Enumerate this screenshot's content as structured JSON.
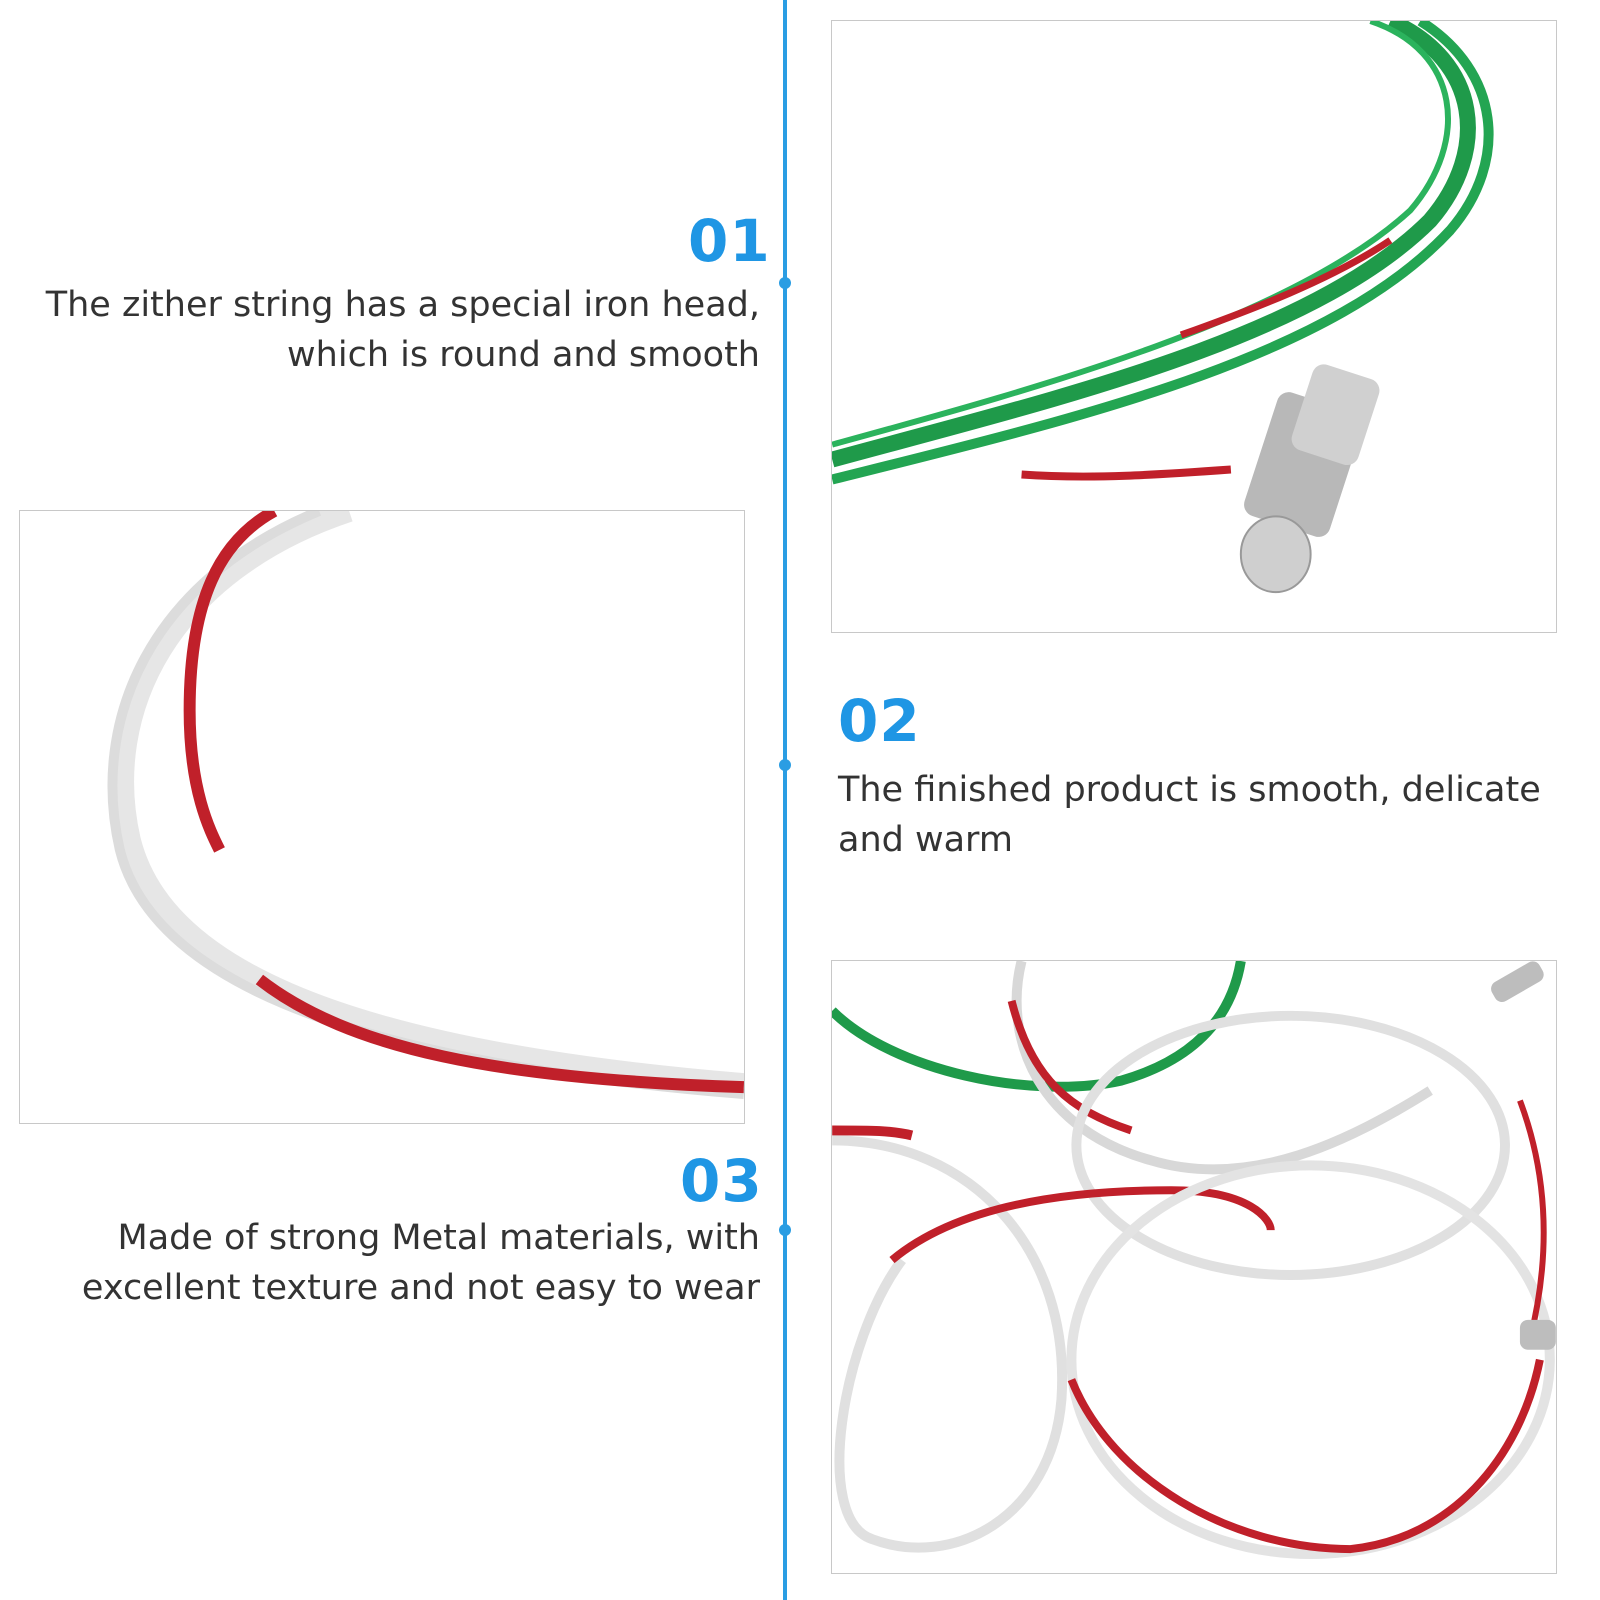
{
  "features": [
    {
      "number": "01",
      "line1": "The zither string has a special iron head,",
      "line2": "which is round and smooth"
    },
    {
      "number": "02",
      "line1": "The finished product is smooth, delicate",
      "line2": "and warm"
    },
    {
      "number": "03",
      "line1": "Made of strong Metal materials, with",
      "line2": "excellent texture and not easy to wear"
    }
  ],
  "colors": {
    "accent": "#1f96e4",
    "string_green": "#1f9a4a",
    "string_red": "#c0202a",
    "string_white": "#e6e6e6",
    "metal": "#b8b8b8"
  }
}
